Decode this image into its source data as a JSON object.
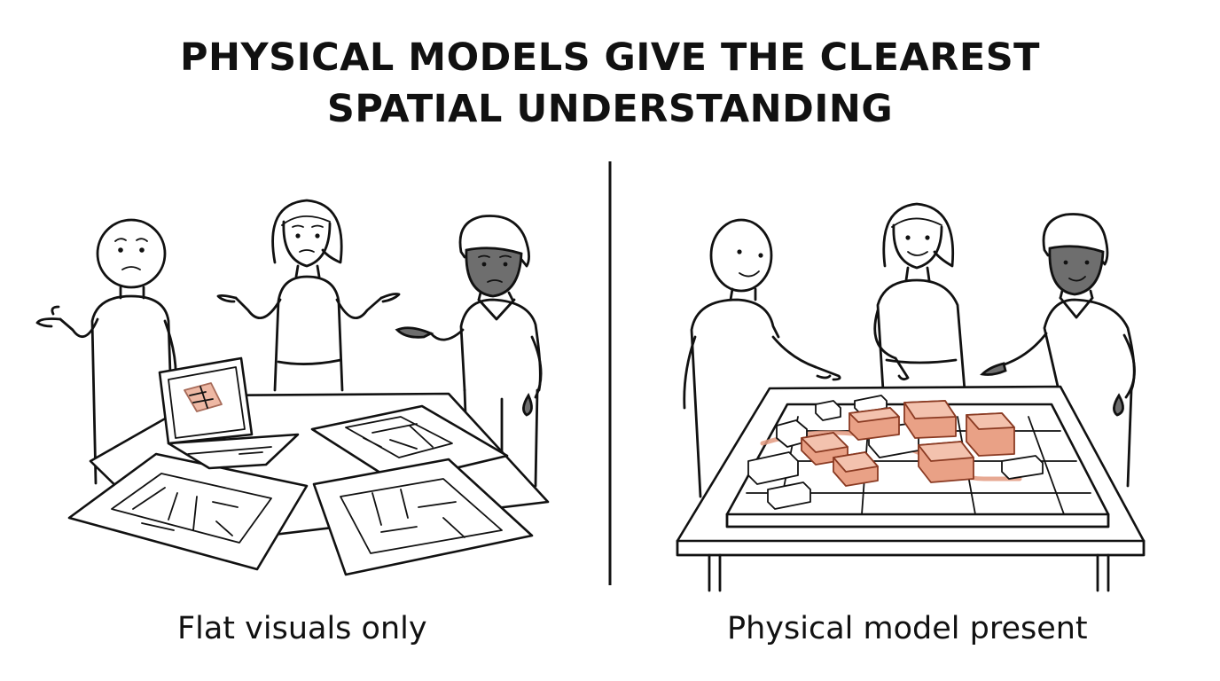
{
  "title": {
    "line1": "PHYSICAL MODELS GIVE THE CLEAREST",
    "line2": "SPATIAL UNDERSTANDING"
  },
  "panels": {
    "left": {
      "caption": "Flat visuals only"
    },
    "right": {
      "caption": "Physical model present"
    }
  },
  "colors": {
    "ink": "#111111",
    "accent": "#e9a186",
    "dark_skin": "#6e6e6e",
    "background": "#ffffff"
  }
}
